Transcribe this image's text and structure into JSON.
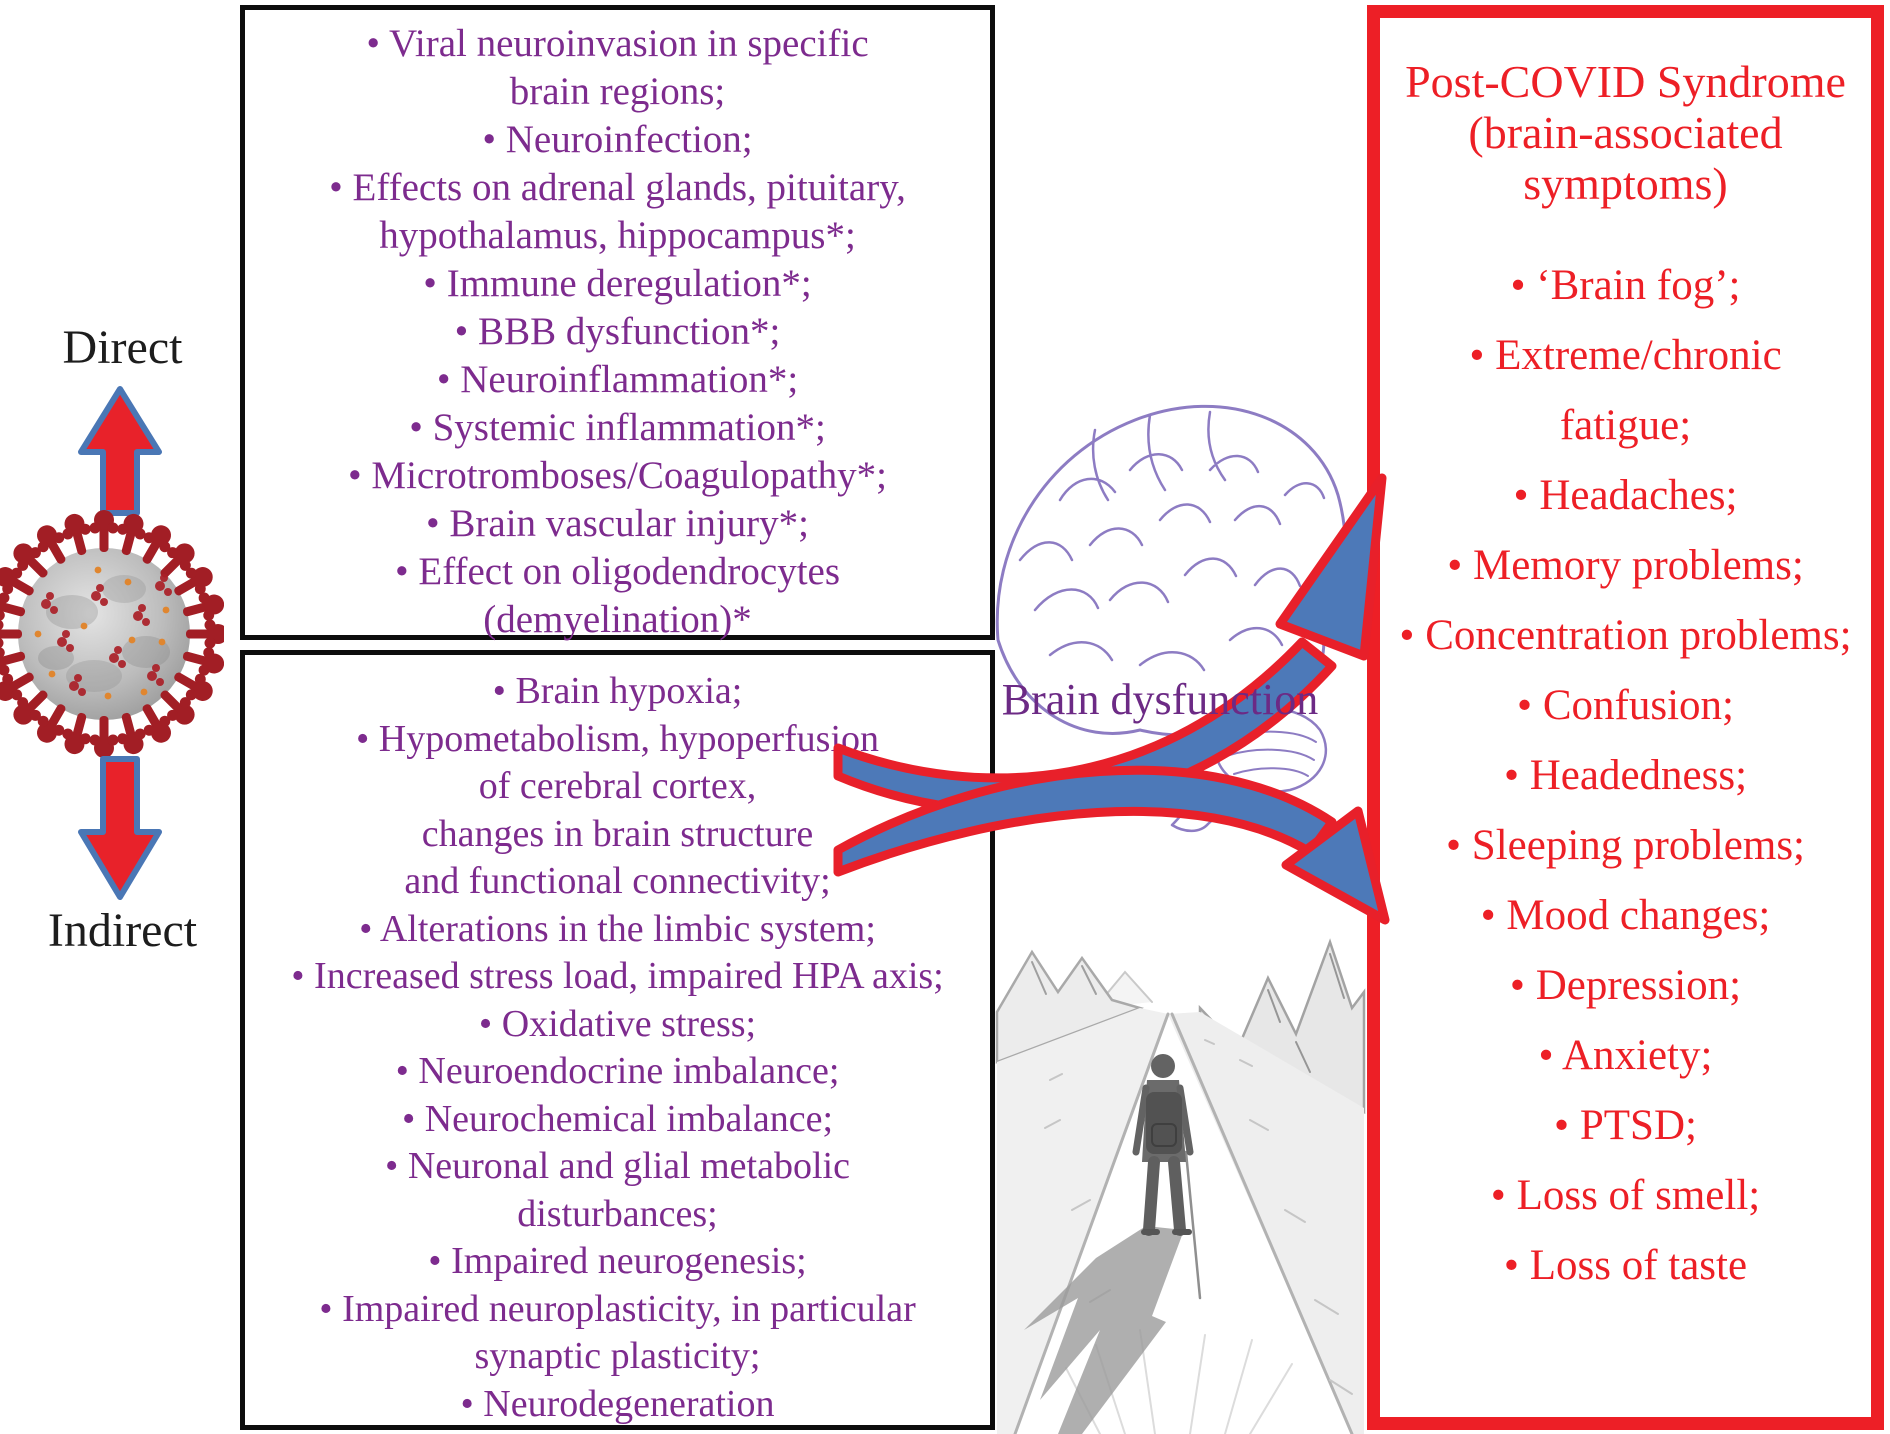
{
  "figure": {
    "left_rail": {
      "direct_label": "Direct",
      "indirect_label": "Indirect",
      "virus_icon": "coronavirus-particle",
      "up_arrow_icon": "red-blue-up-arrow",
      "down_arrow_icon": "red-blue-down-arrow"
    },
    "direct_effects_box": {
      "lines": [
        "• Viral neuroinvasion in specific",
        "brain regions;",
        "• Neuroinfection;",
        "• Effects on adrenal glands, pituitary,",
        "hypothalamus, hippocampus*;",
        "• Immune deregulation*;",
        "• BBB dysfunction*;",
        "• Neuroinflammation*;",
        "• Systemic inflammation*;",
        "• Microtromboses/Coagulopathy*;",
        "• Brain vascular injury*;",
        "• Effect on oligodendrocytes",
        "(demyelination)*"
      ]
    },
    "indirect_effects_box": {
      "lines": [
        "• Brain hypoxia;",
        "• Hypometabolism, hypoperfusion",
        "of cerebral cortex,",
        "changes in brain structure",
        "and functional connectivity;",
        "• Alterations in the limbic system;",
        "• Increased stress load, impaired HPA axis;",
        "• Oxidative stress;",
        "• Neuroendocrine imbalance;",
        "• Neurochemical imbalance;",
        "• Neuronal and glial metabolic",
        "disturbances;",
        "• Impaired neurogenesis;",
        "• Impaired neuroplasticity, in particular",
        "synaptic plasticity;",
        "• Neurodegeneration"
      ]
    },
    "center": {
      "brain_caption": "Brain dysfunction",
      "brain_icon": "brain-line-art",
      "person_icon": "person-walking-lonely-road-sketch",
      "upper_curved_arrow_icon": "curved-arrow-brain-to-postcovid",
      "lower_curved_arrow_icon": "curved-arrow-road-to-postcovid"
    },
    "post_covid_box": {
      "title_lines": [
        "Post-COVID Syndrome",
        "(brain-associated",
        "symptoms)"
      ],
      "items": [
        "• ‘Brain fog’;",
        "• Extreme/chronic",
        "fatigue;",
        "• Headaches;",
        "• Memory problems;",
        "• Concentration problems;",
        "• Confusion;",
        "• Headedness;",
        "• Sleeping problems;",
        "• Mood changes;",
        "• Depression;",
        "• Anxiety;",
        "• PTSD;",
        "• Loss of smell;",
        "• Loss of taste"
      ]
    },
    "colors": {
      "purple_text": "#7d2b8e",
      "caption_purple": "#6c2a85",
      "red_text": "#ed1f26",
      "red_border": "#ed1f26",
      "black_border": "#0d0d0d",
      "arrow_red": "#e8222a",
      "arrow_blue": "#4a77b5",
      "brain_line": "#8d7cc3",
      "virus_spike_red": "#a21e25",
      "sketch_gray": "#8f8f8f"
    }
  }
}
